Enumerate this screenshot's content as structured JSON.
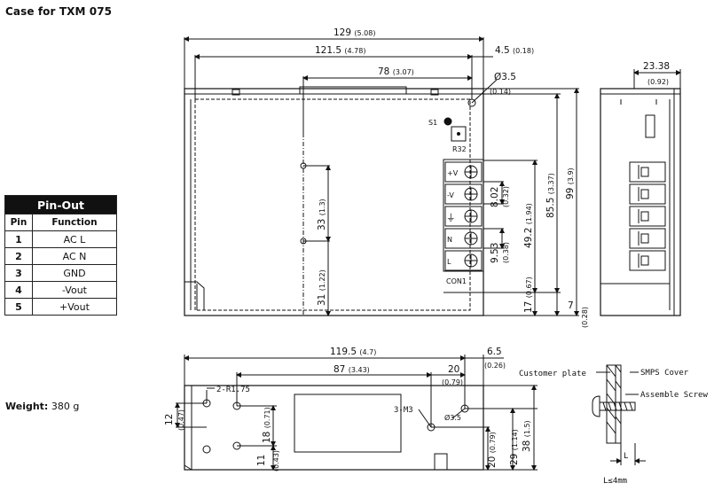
{
  "title": "Case for TXM 075",
  "pinout": {
    "heading": "Pin-Out",
    "col_pin": "Pin",
    "col_function": "Function",
    "rows": [
      {
        "pin": "1",
        "function": "AC L"
      },
      {
        "pin": "2",
        "function": "AC N"
      },
      {
        "pin": "3",
        "function": "GND"
      },
      {
        "pin": "4",
        "function": "-Vout"
      },
      {
        "pin": "5",
        "function": "+Vout"
      }
    ]
  },
  "weight": {
    "label": "Weight:",
    "value": "380 g"
  },
  "top_view": {
    "dim_129": "129",
    "dim_129_in": "(5.08)",
    "dim_121_5": "121.5",
    "dim_121_5_in": "(4.78)",
    "dim_4_5": "4.5",
    "dim_4_5_in": "(0.18)",
    "dim_78": "78",
    "dim_78_in": "(3.07)",
    "dim_hole": "Ø3.5",
    "dim_hole_in": "(0.14)",
    "s1": "S1",
    "r32": "R32",
    "dim_33": "33",
    "dim_33_in": "(1.3)",
    "dim_31": "31",
    "dim_31_in": "(1.22)",
    "dim_8_02": "8.02",
    "dim_8_02_in": "(0.32)",
    "dim_9_53": "9.53",
    "dim_9_53_in": "(0.38)",
    "dim_49_2": "49.2",
    "dim_49_2_in": "(1.94)",
    "dim_85_5": "85.5",
    "dim_85_5_in": "(3.37)",
    "dim_99": "99",
    "dim_99_in": "(3.9)",
    "dim_17": "17",
    "dim_17_in": "(0.67)",
    "dim_7": "7",
    "dim_7_in": "(0.28)",
    "terminals": [
      "+V",
      "-V",
      "⏚",
      "N",
      "L"
    ],
    "con1": "CON1"
  },
  "side_view": {
    "dim_23_38": "23.38",
    "dim_23_38_in": "(0.92)"
  },
  "bottom_view": {
    "dim_119_5": "119.5",
    "dim_119_5_in": "(4.7)",
    "dim_87": "87",
    "dim_87_in": "(3.43)",
    "dim_20": "20",
    "dim_20_in": "(0.79)",
    "dim_6_5": "6.5",
    "dim_6_5_in": "(0.26)",
    "r_label": "2-R1.75",
    "m3_label": "3-M3",
    "hole_label": "Ø3.5",
    "dim_12": "12",
    "dim_12_in": "(0.47)",
    "dim_18": "18",
    "dim_18_in": "(0.71)",
    "dim_11": "11",
    "dim_11_in": "(0.43)",
    "dim_20v": "20",
    "dim_20v_in": "(0.79)",
    "dim_29": "29",
    "dim_29_in": "(1.14)",
    "dim_38": "38",
    "dim_38_in": "(1.5)"
  },
  "mounting_detail": {
    "customer_plate": "Customer plate",
    "smps_cover": "SMPS Cover",
    "assemble_screw": "Assemble Screw",
    "l_label": "L",
    "l_note": "L≤4mm"
  }
}
